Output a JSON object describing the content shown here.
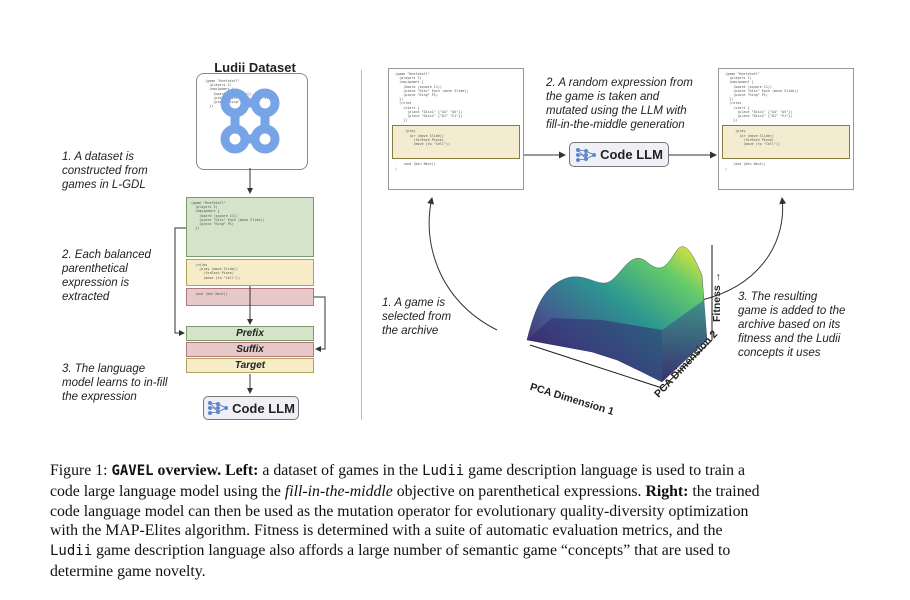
{
  "left": {
    "dataset_title": "Ludii Dataset",
    "step1": [
      "1. A dataset is",
      "constructed from",
      "games in L-GDL"
    ],
    "step2": [
      "2. Each balanced",
      "parenthetical",
      "expression is",
      "extracted"
    ],
    "step3": [
      "3. The language",
      "model learns to in-fill",
      "the expression"
    ],
    "prefix": "Prefix",
    "suffix": "Suffix",
    "target": "Target",
    "code_llm": "Code LLM",
    "code_green": "(game \"Hnefatafl\"\n  (players 2)\n  (equipment {\n    (board (square 11))\n    (piece \"Disc\" Each (move Slide))\n    (piece \"King\" P1)\n  })",
    "code_yellow": "  (rules\n    (play (move Slide))\n      (forEach Piece)\n      (move (to \"Cell\"))",
    "code_pink": "  (end (Win Next))"
  },
  "right": {
    "step2": [
      "2. A random expression from",
      "the game is taken and",
      "mutated using the LLM with",
      "fill-in-the-middle generation"
    ],
    "step1": [
      "1. A game is",
      "selected from",
      "the archive"
    ],
    "step3": [
      "3. The resulting",
      "game is added to the",
      "archive based on its",
      "fitness and the Ludii",
      "concepts it uses"
    ],
    "code_llm": "Code LLM",
    "axis_x": "PCA Dimension 1",
    "axis_y": "PCA Dimension 2",
    "axis_z": "Fitness",
    "code_top": "(game \"Hnefatafl\"\n  (players 2)\n  (equipment {\n    (board (square 11))\n    (piece \"Disc\" Each (move Slide))\n    (piece \"King\" P1)\n  })\n  (rules\n    (start {\n      (place \"Disc1\" {\"A4\" \"A5\"})\n      (place \"Disc2\" {\"D1\" \"E1\"})\n    })",
    "code_mid": "    (play\n      (or (move Slide))\n        (forEach Piece)\n        (move (to \"Cell\"))",
    "code_bot": "    (end (Win Next))\n)"
  },
  "caption": {
    "line1_pre": "Figure 1: ",
    "line1_gavel": "GAVEL",
    "line1_bold": " overview. Left:",
    "line1_a": " a dataset of games in the ",
    "line1_ludii": "Ludii",
    "line1_b": " game description language is used to train a",
    "line2_a": "code large language model using the ",
    "line2_fim": "fill-in-the-middle",
    "line2_b": " objective on parenthetical expressions. ",
    "line2_right": "Right:",
    "line2_c": " the trained",
    "line3": "code language model can then be used as the mutation operator for evolutionary quality-diversity optimization",
    "line4": "with the MAP-Elites algorithm. Fitness is determined with a suite of automatic evaluation metrics, and the",
    "line5_ludii": "Ludii",
    "line5_b": " game description language also affords a large number of semantic game “concepts” that are used to",
    "line6": "determine game novelty."
  }
}
